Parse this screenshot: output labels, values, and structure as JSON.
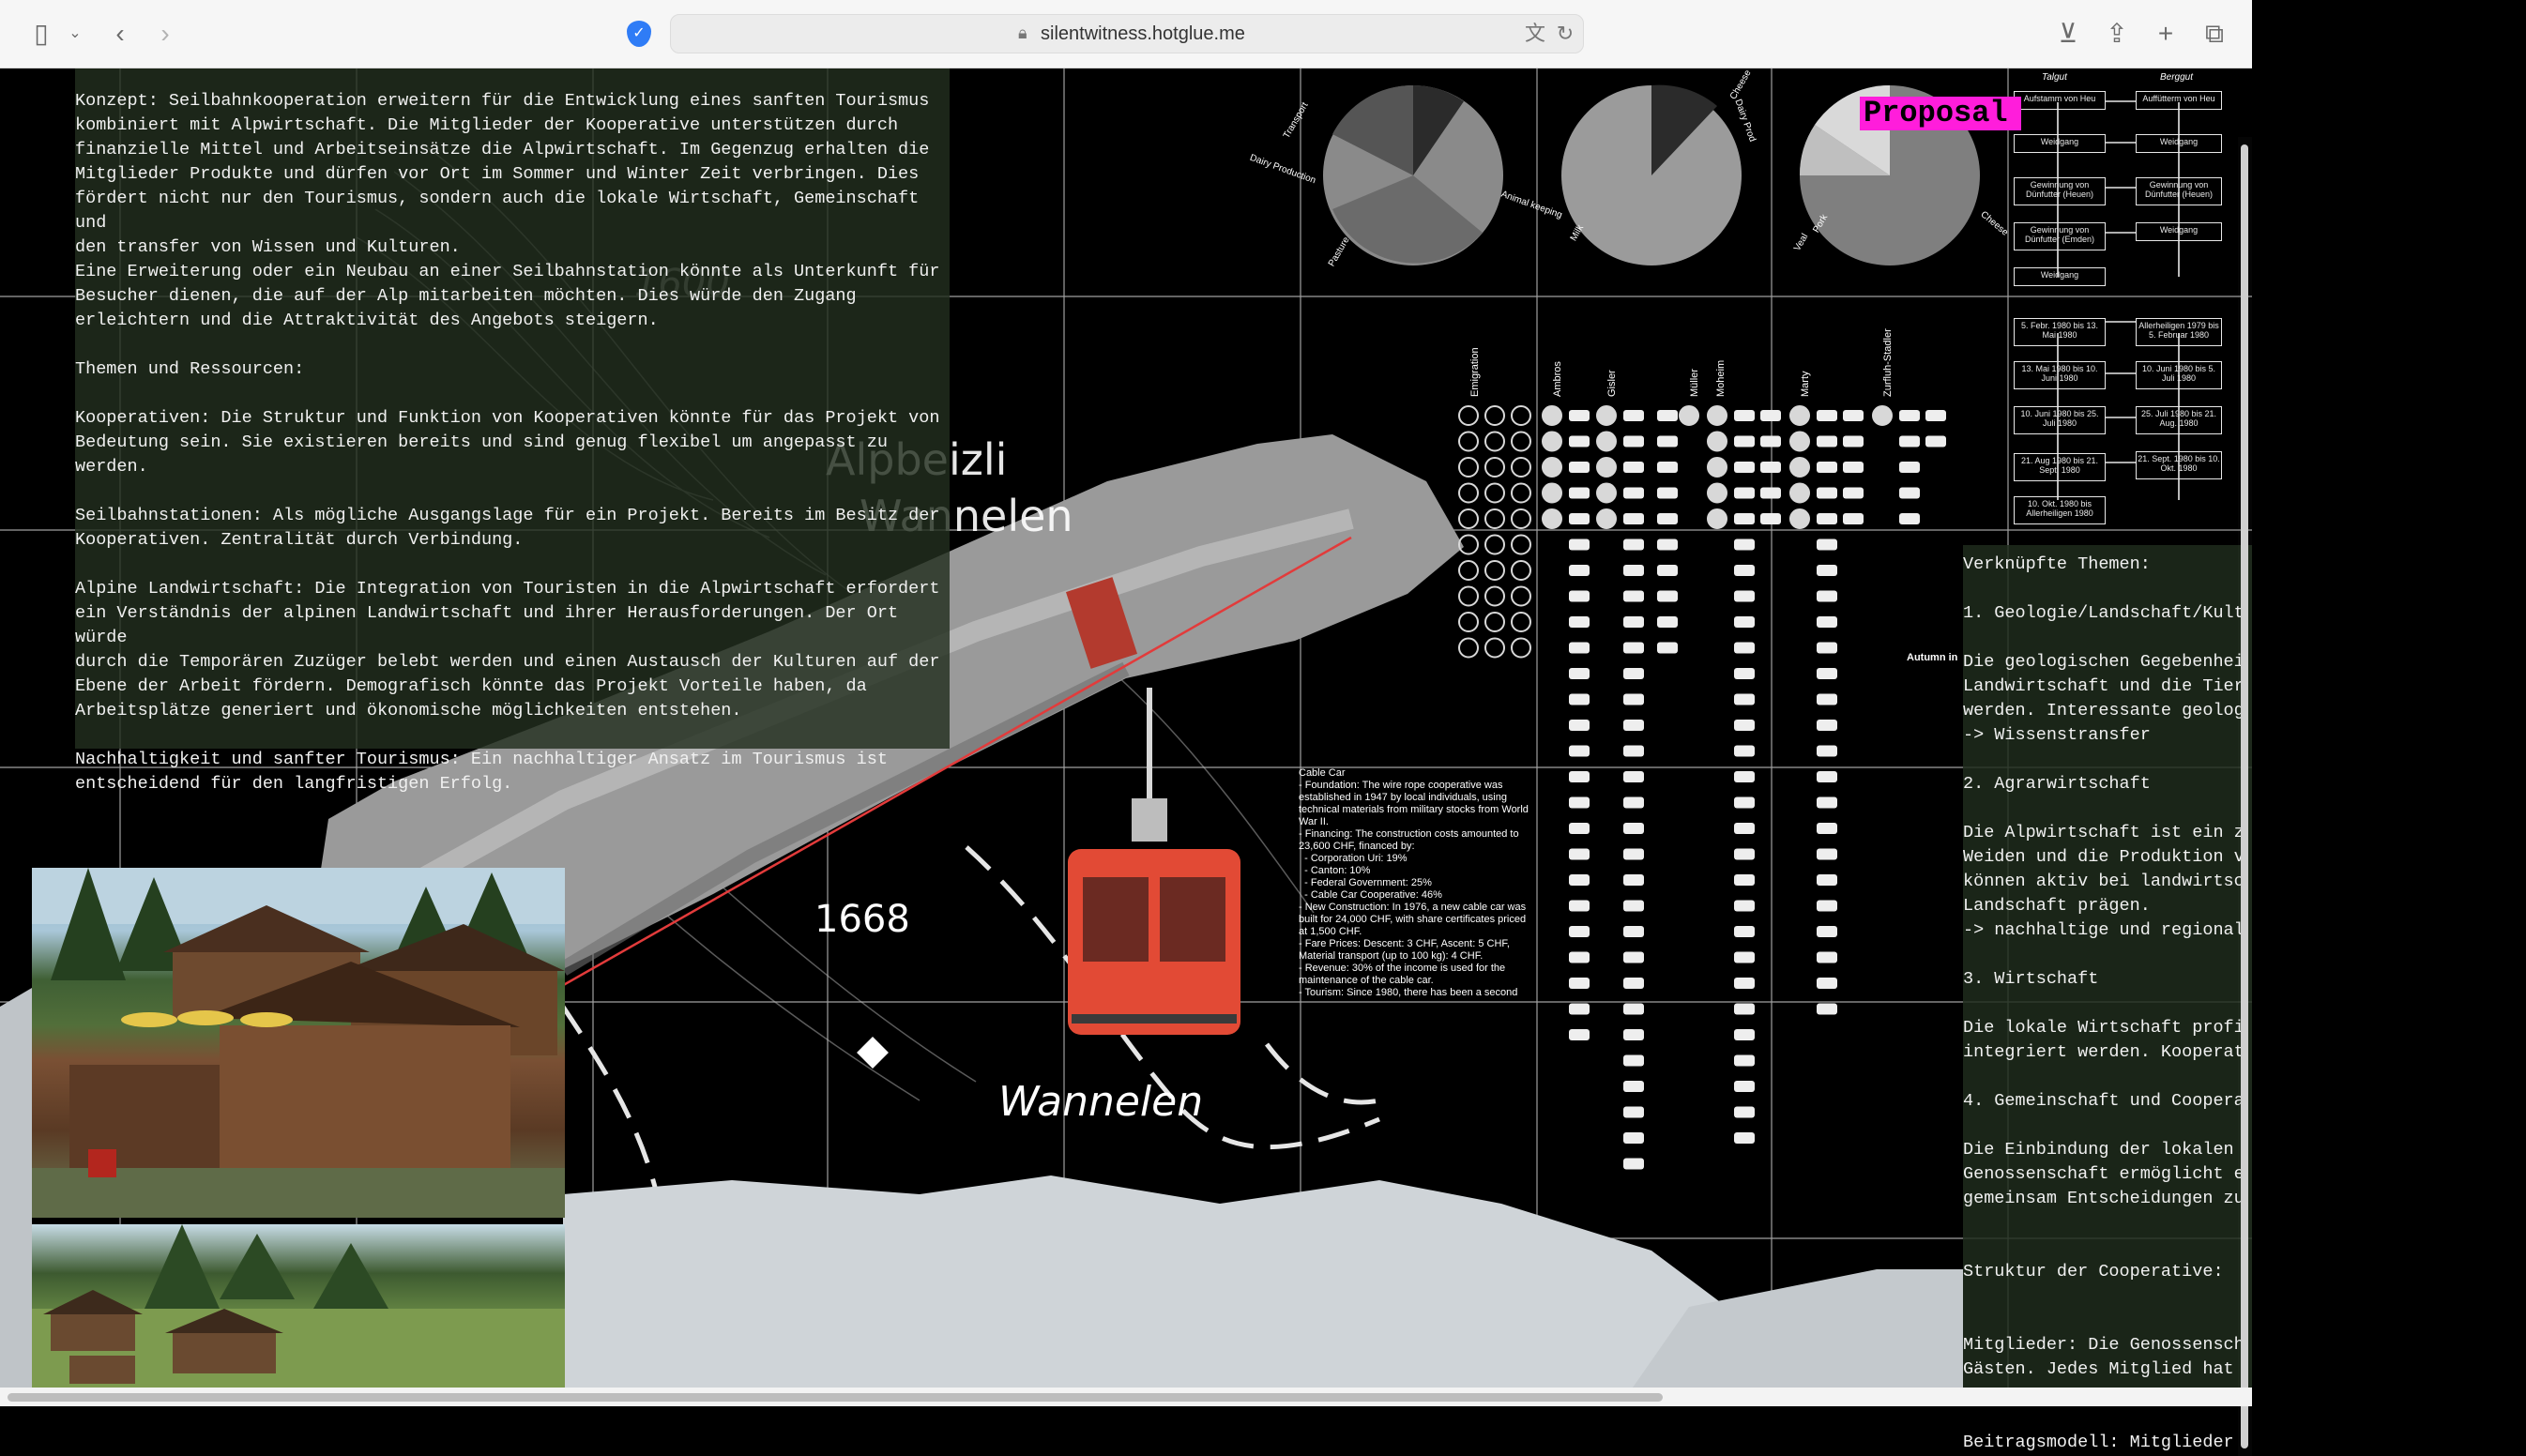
{
  "browser": {
    "url": "silentwitness.hotglue.me"
  },
  "panel_text": "Konzept: Seilbahnkooperation erweitern für die Entwicklung eines sanften Tourismus\nkombiniert mit Alpwirtschaft. Die Mitglieder der Kooperative unterstützen durch\nfinanzielle Mittel und Arbeitseinsätze die Alpwirtschaft. Im Gegenzug erhalten die\nMitglieder Produkte und dürfen vor Ort im Sommer und Winter Zeit verbringen. Dies\nfördert nicht nur den Tourismus, sondern auch die lokale Wirtschaft, Gemeinschaft und\nden transfer von Wissen und Kulturen.\nEine Erweiterung oder ein Neubau an einer Seilbahnstation könnte als Unterkunft für\nBesucher dienen, die auf der Alp mitarbeiten möchten. Dies würde den Zugang\nerleichtern und die Attraktivität des Angebots steigern.\n\nThemen und Ressourcen:\n\nKooperativen: Die Struktur und Funktion von Kooperativen könnte für das Projekt von\nBedeutung sein. Sie existieren bereits und sind genug flexibel um angepasst zu werden.\n\nSeilbahnstationen: Als mögliche Ausgangslage für ein Projekt. Bereits im Besitz der\nKooperativen. Zentralität durch Verbindung.\n\nAlpine Landwirtschaft: Die Integration von Touristen in die Alpwirtschaft erfordert\nein Verständnis der alpinen Landwirtschaft und ihrer Herausforderungen. Der Ort würde\ndurch die Temporären Zuzüger belebt werden und einen Austausch der Kulturen auf der\nEbene der Arbeit fördern. Demografisch könnte das Projekt Vorteile haben, da\nArbeitsplätze generiert und ökonomische möglichkeiten entstehen.\n\nNachhaltigkeit und sanfter Tourismus: Ein nachhaltiger Ansatz im Tourismus ist\nentscheidend für den langfristigen Erfolg.",
  "right_text": "Verknüpfte Themen:\n\n1. Geologie/Landschaft/Kult\n\nDie geologischen Gegebenhei\nLandwirtschaft und die Tier\nwerden. Interessante geolog\n-> Wissenstransfer\n\n2. Agrarwirtschaft\n\nDie Alpwirtschaft ist ein z\nWeiden und die Produktion v\nkönnen aktiv bei landwirtsc\nLandschaft prägen.\n-> nachhaltige und regional\n\n3. Wirtschaft\n\nDie lokale Wirtschaft profi\nintegriert werden. Kooperat\n\n4. Gemeinschaft und Coopera\n\nDie Einbindung der lokalen\nGenossenschaft ermöglicht e\ngemeinsam Entscheidungen zu\n\n\nStruktur der Cooperative:\n\n\nMitglieder: Die Genossensch\nGästen. Jedes Mitglied hat\n\n\nBeitragsmodell: Mitglieder",
  "proposal_label": "Proposal",
  "place_labels": {
    "alpbeizli_1": "Alpbeizli",
    "alpbeizli_2": "Wannelen",
    "wannelen": "Wannelen",
    "elevation_1": "1600",
    "elevation_2": "1668"
  },
  "pie_labels": [
    "Transport",
    "Dairy Production",
    "Pasture",
    "Animal keeping",
    "Milk",
    "Dairy Prod",
    "Cheese",
    "Veal",
    "Pork",
    "Cheese"
  ],
  "column_headers": [
    "Emigration",
    "Ambros",
    "Gisler",
    "Müller",
    "Moheim",
    "Marty",
    "Zurfluh-Stadler"
  ],
  "cable_car_text": "Cable Car\n- Foundation: The wire rope cooperative was established in 1947 by local individuals, using technical materials from military stocks from World War II.\n- Financing: The construction costs amounted to 23,600 CHF, financed by:\n  - Corporation Uri: 19%\n  - Canton: 10%\n  - Federal Government: 25%\n  - Cable Car Cooperative: 46%\n- New Construction: In 1976, a new cable car was built for 24,000 CHF, with share certificates priced at 1,500 CHF.\n- Fare Prices: Descent: 3 CHF, Ascent: 5 CHF, Material transport (up to 100 kg): 4 CHF.\n- Revenue: 30% of the income is used for the maintenance of the cable car.\n- Tourism: Since 1980, there has been a second",
  "flowchart": {
    "headers": [
      "Talgut",
      "Berggut"
    ],
    "boxes_left": [
      "Aufstamm von Heu",
      "Weidgang",
      "Gewinnung von Dünfutter (Heuen)",
      "Gewinnung von Dünfutter (Emden)",
      "Weidgang"
    ],
    "boxes_right": [
      "Auffütterm von Heu",
      "Weidgang",
      "Gewinnung von Dünfutter (Heuen)",
      "Weidgang"
    ],
    "dates_left": [
      "5. Febr. 1980 bis 13. Mai 1980",
      "13. Mai 1980 bis 10. Juni 1980",
      "10. Juni 1980 bis 25. Juli 1980",
      "21. Aug 1980 bis 21. Sept. 1980",
      "10. Okt. 1980 bis Allerheiligen 1980"
    ],
    "dates_right": [
      "Allerheiligen 1979 bis 5. Februar 1980",
      "10. Juni 1980 bis 5. Juli 1980",
      "25. Juli 1980 bis 21. Aug. 1980",
      "21. Sept. 1980 bis 10. Okt. 1980"
    ],
    "side_label": "Autumn in"
  },
  "colors": {
    "panel": "#222e1e",
    "proposal": "#ff1ddb",
    "cable_car": "#e24a35",
    "accent_line": "#e23b3b"
  }
}
